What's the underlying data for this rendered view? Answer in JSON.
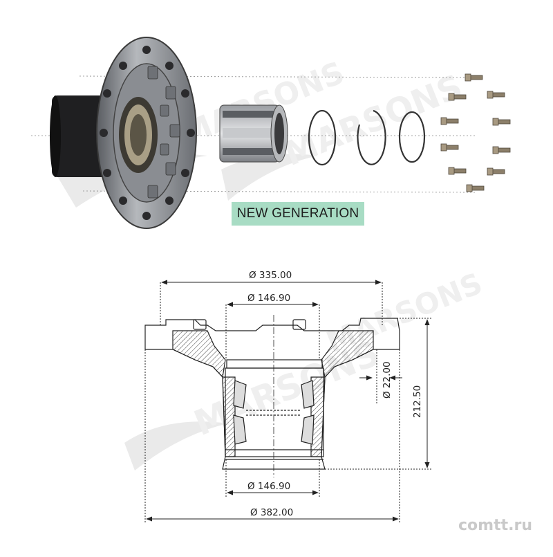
{
  "badge": {
    "label": "NEW GENERATION"
  },
  "watermark": {
    "brand": "MARSONS",
    "site": "comtt.ru"
  },
  "dimensions": {
    "flange_diameter": "Ø 335.00",
    "bore_top": "Ø 146.90",
    "bolt_hole": "Ø 22.00",
    "height": "212.50",
    "bore_bottom": "Ø 146.90",
    "overall_diameter": "Ø 382.00"
  },
  "colors": {
    "hub_metal": "#8a8d92",
    "hub_dark": "#2a2a2c",
    "badge_bg": "#a8dcc4",
    "line": "#222222"
  },
  "icons": [
    "wheel-hub-image",
    "bearing-image",
    "snap-ring-image",
    "bolt-image",
    "hub-section-drawing"
  ]
}
